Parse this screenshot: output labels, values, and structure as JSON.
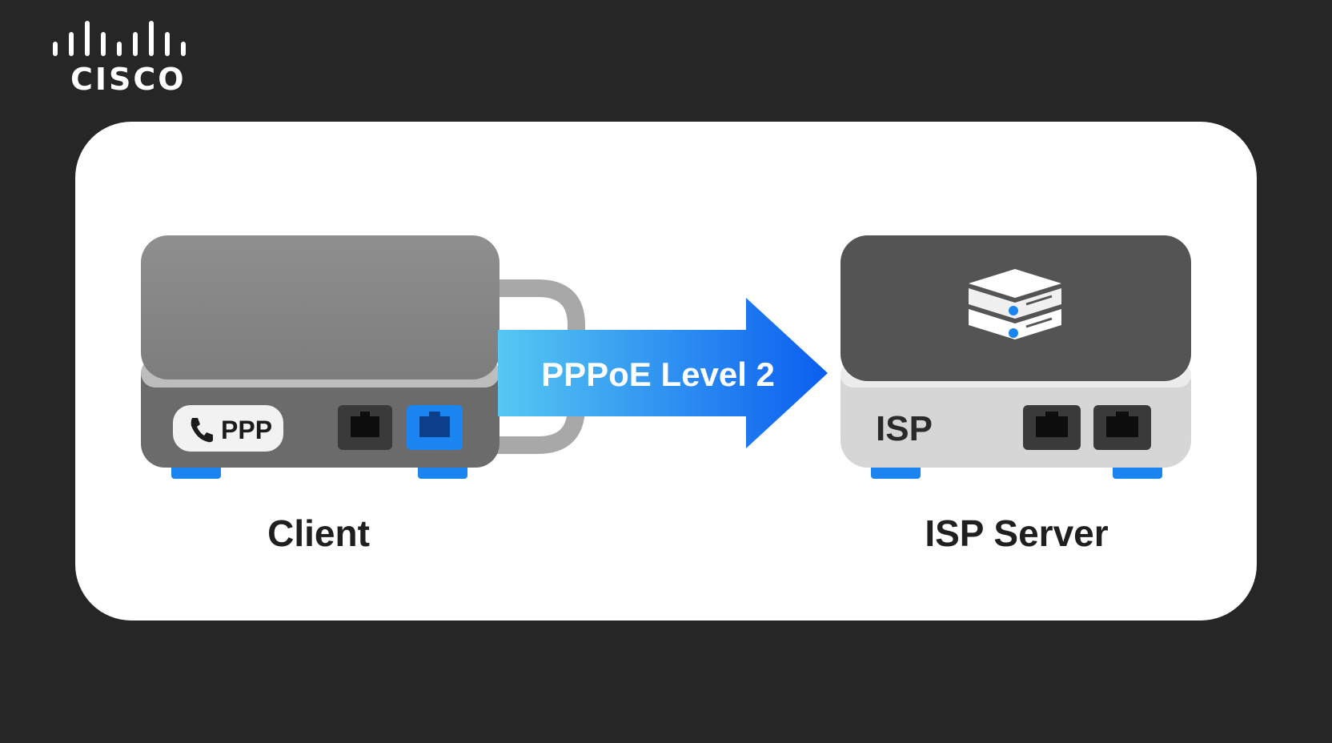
{
  "brand": {
    "name": "CISCO"
  },
  "diagram": {
    "arrow_label": "PPPoE Level 2",
    "client": {
      "label": "Client",
      "badge_text": "PPP",
      "badge_icon": "phone-icon"
    },
    "server": {
      "label": "ISP Server",
      "side_text": "ISP",
      "top_icon": "server-stack-icon"
    }
  },
  "colors": {
    "background": "#262626",
    "card": "#ffffff",
    "accent_blue": "#1877f2",
    "arrow_start": "#56c8f2",
    "arrow_end": "#0b5ef0"
  }
}
